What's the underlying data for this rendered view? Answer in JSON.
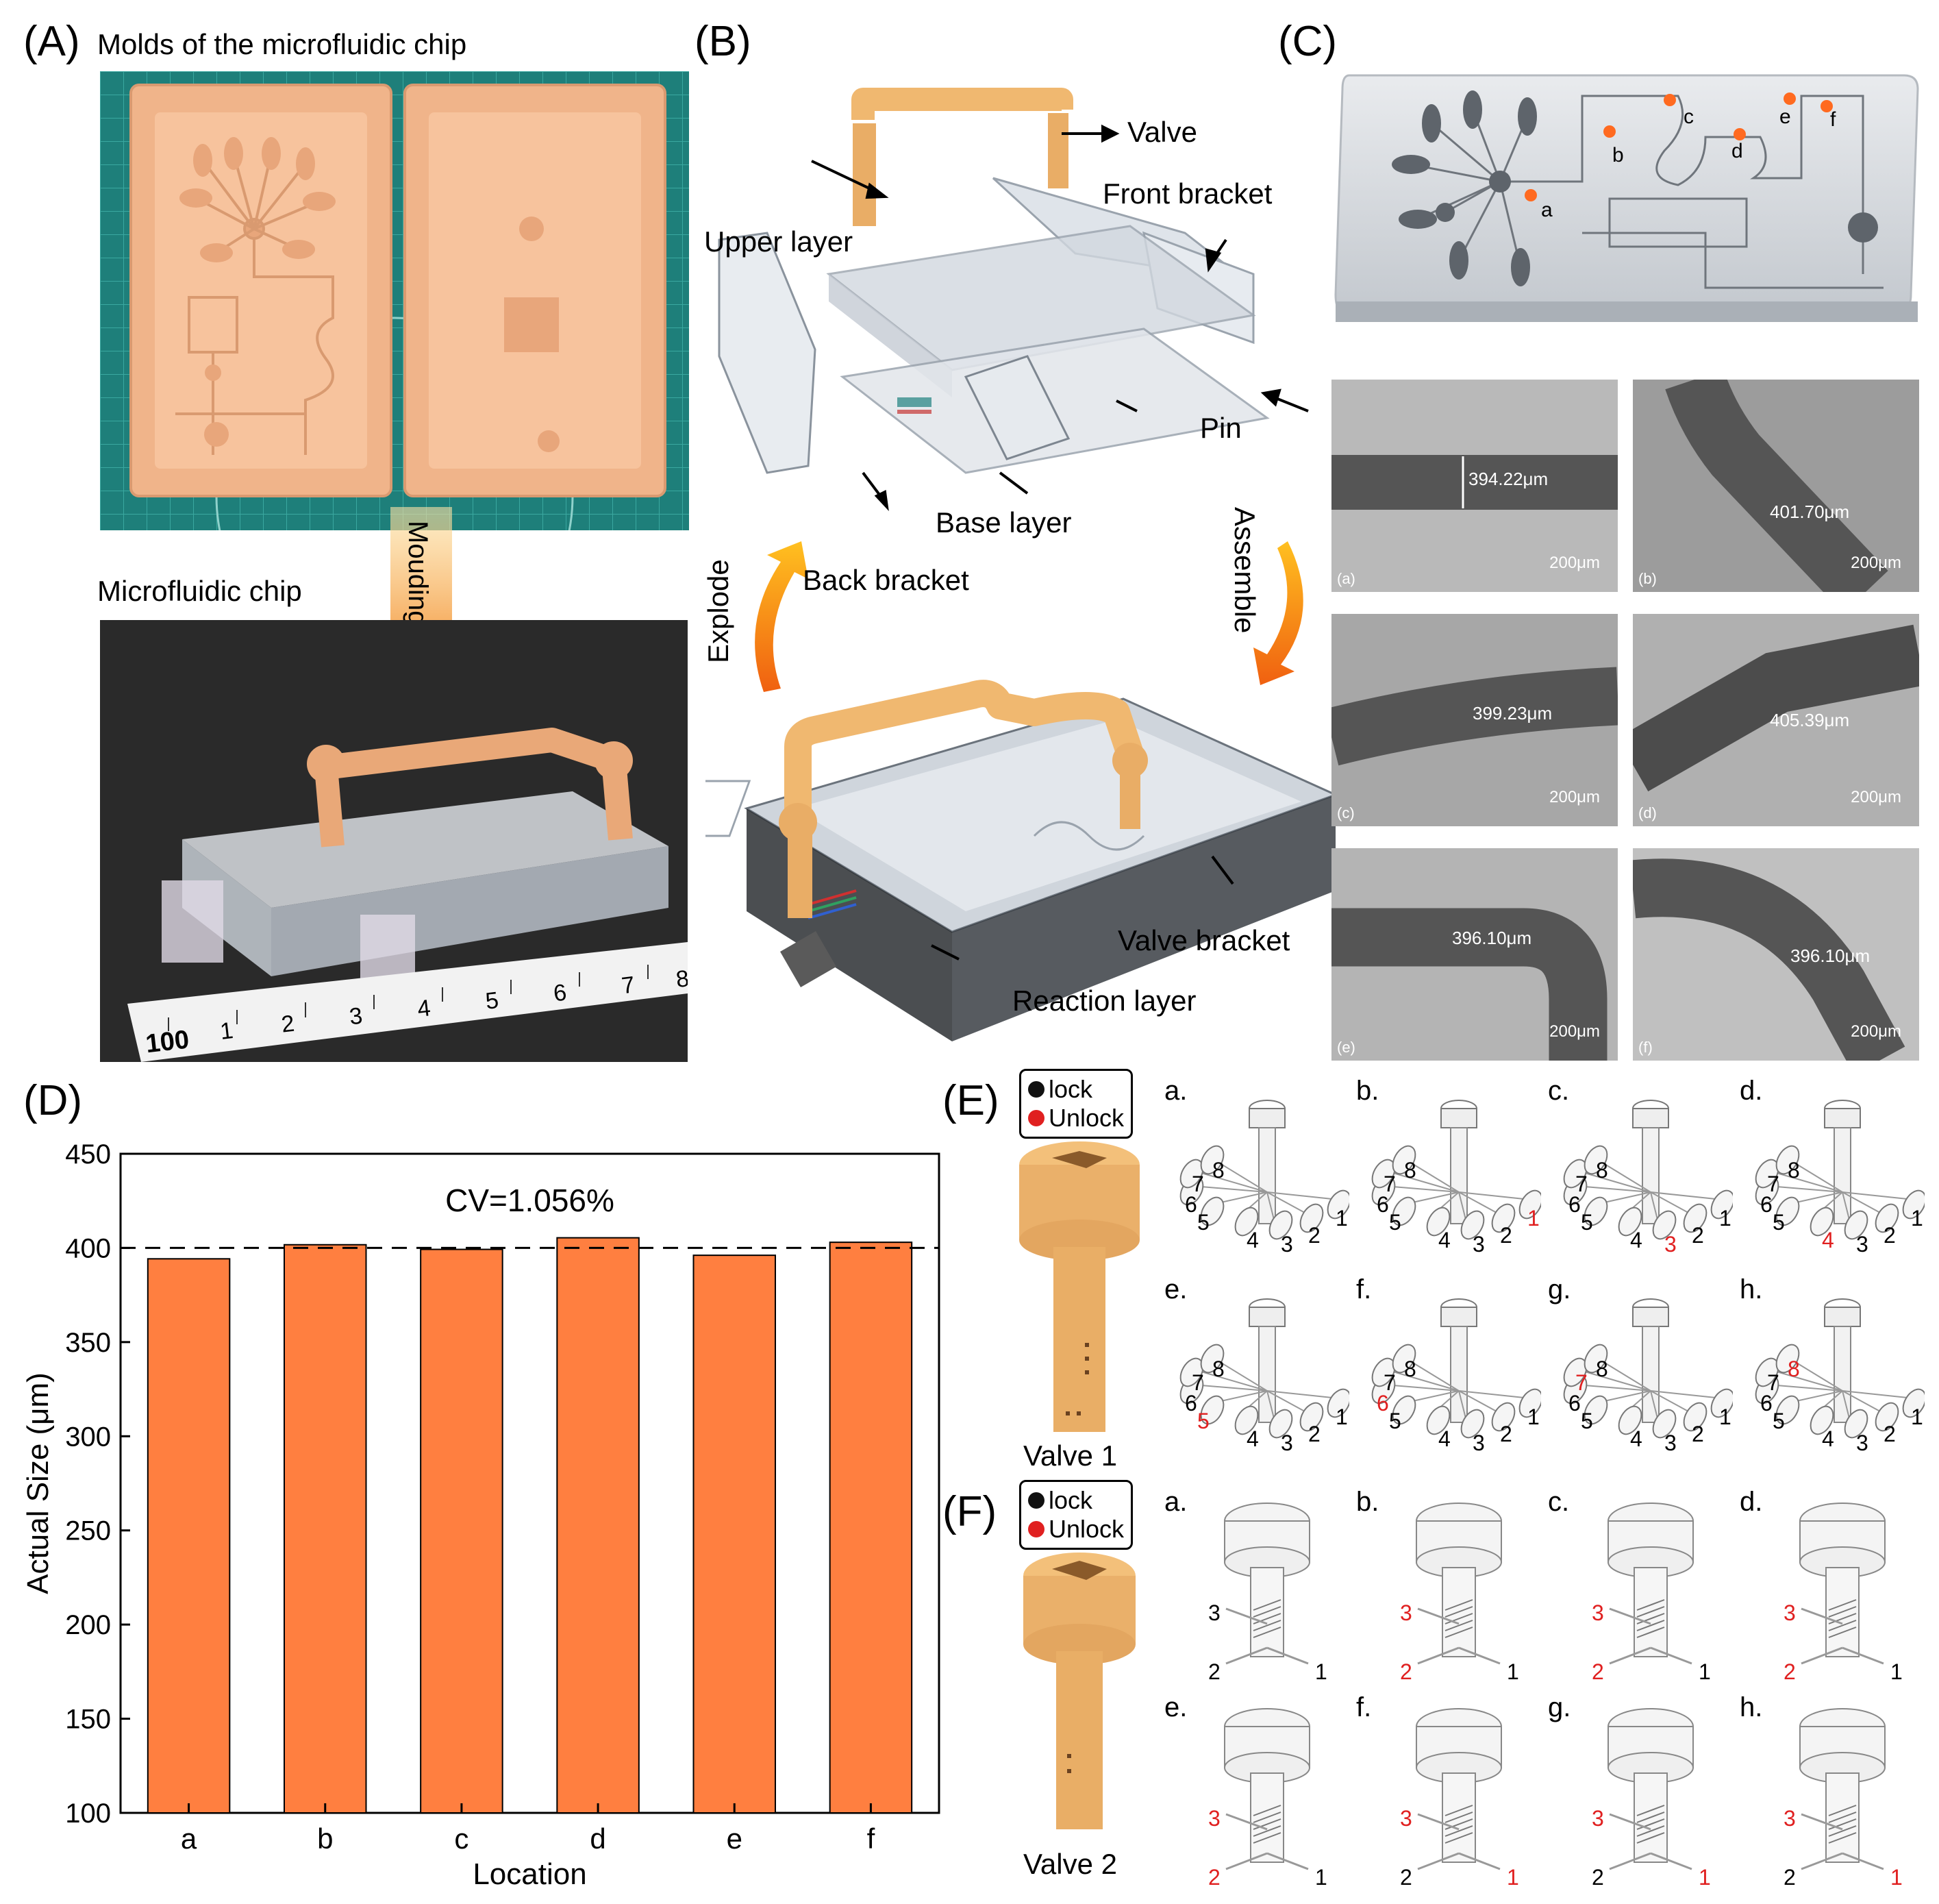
{
  "panels": {
    "A": {
      "label": "(A)",
      "title": "Molds of the microfluidic chip",
      "chip_label": "Microfluidic chip",
      "arrow_label": "Mouding",
      "ruler_numbers": [
        "100",
        "1",
        "2",
        "3",
        "4",
        "5",
        "6",
        "7",
        "8"
      ]
    },
    "B": {
      "label": "(B)",
      "callouts": {
        "valve": "Valve",
        "front_bracket": "Front bracket",
        "upper_layer": "Upper layer",
        "pin": "Pin",
        "base_layer": "Base layer",
        "back_bracket": "Back bracket",
        "explode": "Explode",
        "assemble": "Assemble",
        "valve_bracket": "Valve bracket",
        "reaction_layer": "Reaction layer"
      }
    },
    "C": {
      "label": "(C)",
      "points": [
        "a",
        "b",
        "c",
        "d",
        "e",
        "f"
      ],
      "micrographs": [
        {
          "tag": "(a)",
          "measure": "394.22μm",
          "scale": "200μm"
        },
        {
          "tag": "(b)",
          "measure": "401.70μm",
          "scale": "200μm"
        },
        {
          "tag": "(c)",
          "measure": "399.23μm",
          "scale": "200μm"
        },
        {
          "tag": "(d)",
          "measure": "405.39μm",
          "scale": "200μm"
        },
        {
          "tag": "(e)",
          "measure": "396.10μm",
          "scale": "200μm"
        },
        {
          "tag": "(f)",
          "measure": "396.10μm",
          "scale": "200μm"
        }
      ]
    },
    "D": {
      "label": "(D)"
    },
    "E": {
      "label": "(E)",
      "legend_lock": "lock",
      "legend_unlock": "Unlock",
      "valve_caption": "Valve 1",
      "states": [
        "a.",
        "b.",
        "c.",
        "d.",
        "e.",
        "f.",
        "g.",
        "h."
      ],
      "ports": [
        "1",
        "2",
        "3",
        "4",
        "5",
        "6",
        "7",
        "8"
      ]
    },
    "F": {
      "label": "(F)",
      "legend_lock": "lock",
      "legend_unlock": "Unlock",
      "valve_caption": "Valve 2",
      "states": [
        "a.",
        "b.",
        "c.",
        "d.",
        "e.",
        "f.",
        "g.",
        "h."
      ],
      "ports": [
        "1",
        "2",
        "3"
      ]
    }
  },
  "colors": {
    "bar": "#ff7f40",
    "valve": "#f3b870",
    "marker": "#ff6a20",
    "lock": "#111111",
    "unlock": "#e02020",
    "mold": "#f4b98e",
    "mat": "#1e7f7a"
  },
  "chart_data": {
    "type": "bar",
    "categories": [
      "a",
      "b",
      "c",
      "d",
      "e",
      "f"
    ],
    "values": [
      394.22,
      401.7,
      399.23,
      405.39,
      396.1,
      403.0
    ],
    "ylim": [
      100,
      450
    ],
    "yticks": [
      "100",
      "150",
      "200",
      "250",
      "300",
      "350",
      "400",
      "450"
    ],
    "reference_line": 400,
    "annotation": "CV=1.056%",
    "xlabel": "Location",
    "ylabel": "Actual Size (μm)",
    "grid": false
  }
}
